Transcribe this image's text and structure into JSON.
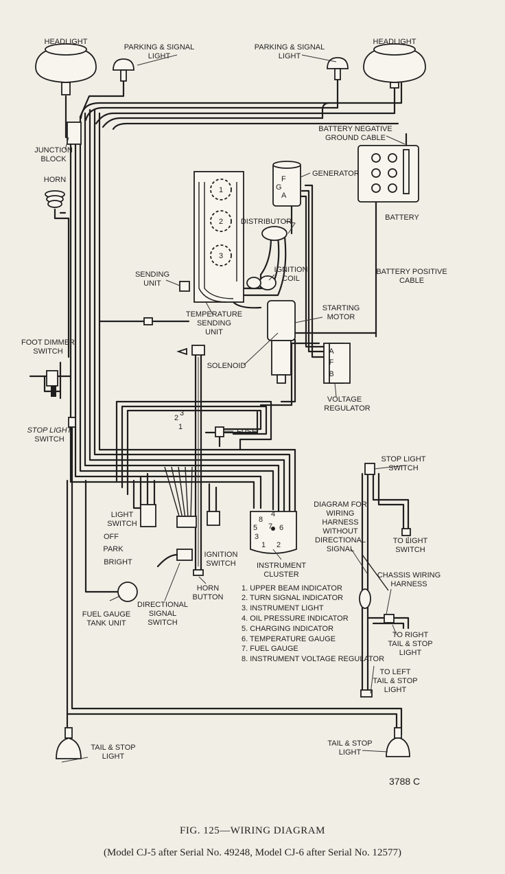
{
  "labels": {
    "headlight_left": "HEADLIGHT",
    "headlight_right": "HEADLIGHT",
    "parking_left_1": "PARKING & SIGNAL",
    "parking_left_2": "LIGHT",
    "parking_right_1": "PARKING & SIGNAL",
    "parking_right_2": "LIGHT",
    "battery_neg_1": "BATTERY NEGATIVE",
    "battery_neg_2": "GROUND CABLE",
    "junction_1": "JUNCTION",
    "junction_2": "BLOCK",
    "horn": "HORN",
    "generator": "GENERATOR",
    "generator_terminals": [
      "F",
      "G",
      "A"
    ],
    "battery": "BATTERY",
    "distributor": "DISTRIBUTOR",
    "cylinders": [
      "1",
      "2",
      "3"
    ],
    "ignition_coil_1": "IGNITION",
    "ignition_coil_2": "COIL",
    "battery_pos_1": "BATTERY POSITIVE",
    "battery_pos_2": "CABLE",
    "sending_unit_1": "SENDING",
    "sending_unit_2": "UNIT",
    "temp_sending_1": "TEMPERATURE",
    "temp_sending_2": "SENDING",
    "temp_sending_3": "UNIT",
    "starting_motor_1": "STARTING",
    "starting_motor_2": "MOTOR",
    "foot_dimmer_1": "FOOT DIMMER",
    "foot_dimmer_2": "SWITCH",
    "solenoid": "SOLENOID",
    "regulator_terminals": [
      "A",
      "F",
      "B"
    ],
    "voltage_reg_1": "VOLTAGE",
    "voltage_reg_2": "REGULATOR",
    "stop_light_left_1": "STOP LIGHT",
    "stop_light_left_2": "SWITCH",
    "fuse": "FUSE",
    "light_switch_numbers": [
      "2",
      "3",
      "1"
    ],
    "stop_light_right_1": "STOP LIGHT",
    "stop_light_right_2": "SWITCH",
    "diagram_for_1": "DIAGRAM FOR",
    "diagram_for_2": "WIRING",
    "diagram_for_3": "HARNESS",
    "diagram_for_4": "WITHOUT",
    "diagram_for_5": "DIRECTIONAL",
    "diagram_for_6": "SIGNAL",
    "light_switch_1": "LIGHT",
    "light_switch_2": "SWITCH",
    "off": "OFF",
    "park": "PARK",
    "bright": "BRIGHT",
    "cluster_numbers": [
      "4",
      "8",
      "5",
      "7",
      "6",
      "3",
      "2",
      "1"
    ],
    "to_light_switch_1": "TO LIGHT",
    "to_light_switch_2": "SWITCH",
    "ignition_switch_1": "IGNITION",
    "ignition_switch_2": "SWITCH",
    "instrument_cluster_1": "INSTRUMENT",
    "instrument_cluster_2": "CLUSTER",
    "chassis_harness_1": "CHASSIS WIRING",
    "chassis_harness_2": "HARNESS",
    "horn_button_1": "HORN",
    "horn_button_2": "BUTTON",
    "fuel_gauge_1": "FUEL GAUGE",
    "fuel_gauge_2": "TANK UNIT",
    "directional_1": "DIRECTIONAL",
    "directional_2": "SIGNAL",
    "directional_3": "SWITCH",
    "to_right_1": "TO RIGHT",
    "to_right_2": "TAIL & STOP",
    "to_right_3": "LIGHT",
    "to_left_1": "TO LEFT",
    "to_left_2": "TAIL & STOP",
    "to_left_3": "LIGHT",
    "tail_left_1": "TAIL & STOP",
    "tail_left_2": "LIGHT",
    "tail_right_1": "TAIL & STOP",
    "tail_right_2": "LIGHT",
    "figure_number": "3788 C"
  },
  "legend": [
    "1. UPPER BEAM INDICATOR",
    "2. TURN SIGNAL INDICATOR",
    "3. INSTRUMENT LIGHT",
    "4. OIL PRESSURE INDICATOR",
    "5. CHARGING INDICATOR",
    "6. TEMPERATURE GAUGE",
    "7. FUEL GAUGE",
    "8. INSTRUMENT VOLTAGE REGULATOR"
  ],
  "caption": {
    "title": "FIG. 125—WIRING DIAGRAM",
    "subtitle": "(Model CJ-5 after Serial No. 49248, Model CJ-6 after Serial No. 12577)"
  }
}
